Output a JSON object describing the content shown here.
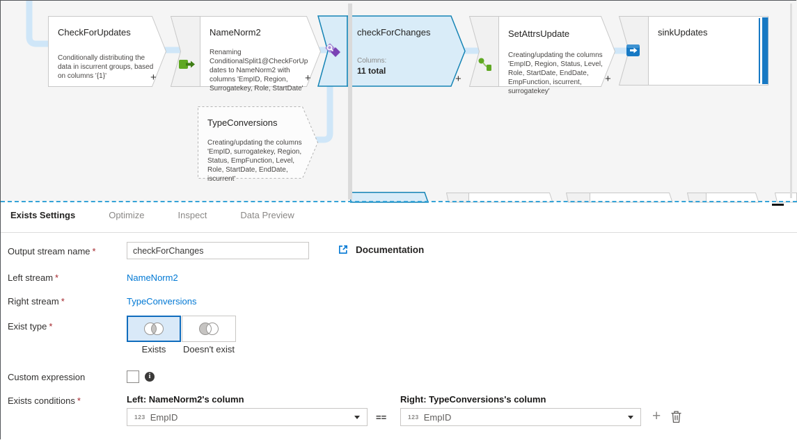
{
  "colors": {
    "accent": "#0078d4",
    "selected_node_border": "#1584b5",
    "selected_node_fill": "#d9ecf8",
    "connector": "#cfe6f8",
    "node_border": "#c8c8c8",
    "icon_green": "#5fa822",
    "icon_purple": "#7a42b5",
    "icon_blue": "#1779c4",
    "required_asterisk": "#a4262c",
    "panel_divider_dashed": "#35a3d7"
  },
  "canvas": {
    "nodes": [
      {
        "title": "CheckForUpdates",
        "description": "Conditionally distributing the data in iscurrent groups, based on columns '{1}'",
        "add_label": "+"
      },
      {
        "title": "NameNorm2",
        "description": "Renaming ConditionalSplit1@CheckForUpdates to NameNorm2 with columns 'EmpID, Region, Surrogatekey, Role, StartDate'",
        "add_label": "+",
        "icon": "select-transformation-icon"
      },
      {
        "title": "checkForChanges",
        "columns_label": "Columns:",
        "columns_value": "11 total",
        "add_label": "+",
        "icon": "exists-transformation-icon",
        "selected": true
      },
      {
        "title": "SetAttrsUpdate",
        "description": "Creating/updating the columns 'EmpID, Region, Status, Level, Role, StartDate, EndDate, EmpFunction, iscurrent, surrogatekey'",
        "add_label": "+",
        "icon": "derived-column-icon"
      },
      {
        "title": "sinkUpdates",
        "icon": "sink-icon"
      },
      {
        "title": "TypeConversions",
        "description": "Creating/updating the columns 'EmpID, surrogatekey, Region, Status, EmpFunction, Level, Role, StartDate, EndDate, iscurrent'",
        "ghost": true
      }
    ]
  },
  "panel": {
    "tabs": [
      {
        "label": "Exists Settings",
        "active": true
      },
      {
        "label": "Optimize",
        "active": false
      },
      {
        "label": "Inspect",
        "active": false
      },
      {
        "label": "Data Preview",
        "active": false
      }
    ],
    "output_stream": {
      "label": "Output stream name",
      "req": "*",
      "value": "checkForChanges"
    },
    "documentation": {
      "label": "Documentation"
    },
    "left_stream": {
      "label": "Left stream",
      "req": "*",
      "value": "NameNorm2"
    },
    "right_stream": {
      "label": "Right stream",
      "req": "*",
      "value": "TypeConversions"
    },
    "exist_type": {
      "label": "Exist type",
      "req": "*",
      "options": [
        {
          "label": "Exists",
          "selected": true
        },
        {
          "label": "Doesn't exist",
          "selected": false
        }
      ]
    },
    "custom_expression": {
      "label": "Custom expression",
      "checked": false
    },
    "exists_conditions": {
      "label": "Exists conditions",
      "req": "*",
      "left_header": "Left: NameNorm2's column",
      "right_header": "Right: TypeConversions's column",
      "left_type_badge": "123",
      "left_value": "EmpID",
      "operator": "==",
      "right_type_badge": "123",
      "right_value": "EmpID"
    }
  }
}
